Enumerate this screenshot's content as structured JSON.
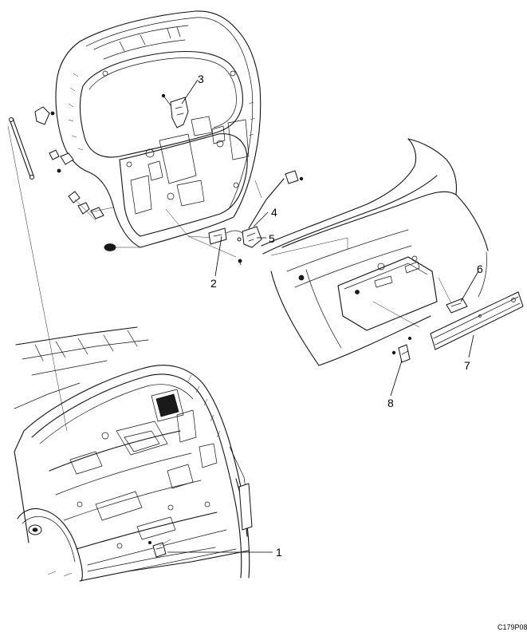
{
  "callouts": [
    {
      "id": "1",
      "label": "1"
    },
    {
      "id": "2",
      "label": "2"
    },
    {
      "id": "3",
      "label": "3"
    },
    {
      "id": "4",
      "label": "4"
    },
    {
      "id": "5",
      "label": "5"
    },
    {
      "id": "6",
      "label": "6"
    },
    {
      "id": "7",
      "label": "7"
    },
    {
      "id": "8",
      "label": "8"
    }
  ],
  "figure_code": "C179P08"
}
